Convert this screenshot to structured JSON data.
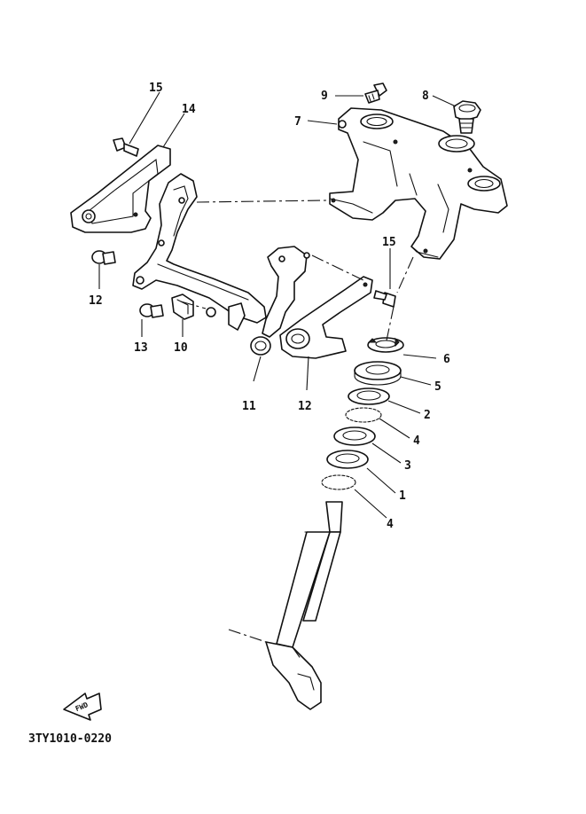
{
  "diagram": {
    "callouts": [
      {
        "id": "c1",
        "text": "1"
      },
      {
        "id": "c2",
        "text": "2"
      },
      {
        "id": "c3",
        "text": "3"
      },
      {
        "id": "c4a",
        "text": "4"
      },
      {
        "id": "c4b",
        "text": "4"
      },
      {
        "id": "c5",
        "text": "5"
      },
      {
        "id": "c6",
        "text": "6"
      },
      {
        "id": "c7",
        "text": "7"
      },
      {
        "id": "c8",
        "text": "8"
      },
      {
        "id": "c9",
        "text": "9"
      },
      {
        "id": "c10",
        "text": "10"
      },
      {
        "id": "c11",
        "text": "11"
      },
      {
        "id": "c12a",
        "text": "12"
      },
      {
        "id": "c12b",
        "text": "12"
      },
      {
        "id": "c13",
        "text": "13"
      },
      {
        "id": "c14",
        "text": "14"
      },
      {
        "id": "c15a",
        "text": "15"
      },
      {
        "id": "c15b",
        "text": "15"
      }
    ],
    "fwd_label": "FWD",
    "drawing_code": "3TY1010-0220"
  }
}
